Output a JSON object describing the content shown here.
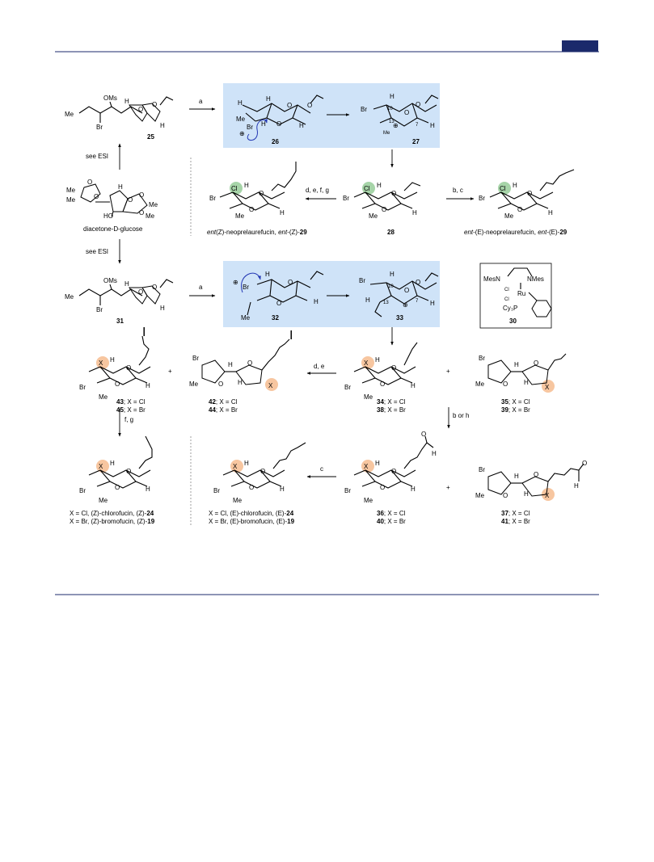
{
  "colors": {
    "rule": "#1b2a6b",
    "tab": "#1b2a6b",
    "highlight_box": "#cfe3f8",
    "chloro_circle": "#a6d4a8",
    "halogen_circle": "#f7c6a0",
    "curly_arrow": "#2438b4"
  },
  "atoms": {
    "oms": "OMs",
    "br": "Br",
    "me": "Me",
    "h": "H",
    "o": "O",
    "cl": "Cl",
    "x": "X",
    "ho": "HO",
    "mes_n_left": "MesN",
    "n_mes_right": "NMes",
    "ru": "Ru",
    "cy3p": "Cy₃P",
    "c10": "10",
    "c13": "13",
    "c7": "7",
    "plus_charge": "⊕",
    "x_equals": "; X ="
  },
  "compounds": {
    "c25": "25",
    "c26": "26",
    "c27": "27",
    "c28": "28",
    "c29": "29",
    "c30": "30",
    "c31": "31",
    "c32": "32",
    "c33": "33",
    "c34": "34",
    "c35": "35",
    "c36": "36",
    "c37": "37",
    "c38": "38",
    "c39": "39",
    "c40": "40",
    "c41": "41",
    "c42": "42",
    "c43": "43",
    "c44": "44",
    "c45": "45",
    "c24": "24",
    "c19": "19",
    "start": "diacetone-D-glucose"
  },
  "name_parts": {
    "ent": "ent",
    "z_paren": "(Z)",
    "e_paren": "(E)",
    "neoprelaurefucin": "-neoprelaurefucin, ",
    "chlorofucin": "-chlorofucin, ",
    "bromofucin": "-bromofucin, ",
    "x_cl_prefix": "X = Cl, ",
    "x_br_prefix": "X = Br, ",
    "x_eq_cl": "X = Cl",
    "x_eq_br": "X = Br"
  },
  "reagents": {
    "a": "a",
    "see_esi": "see ESI",
    "defg": "d, e, f, g",
    "bc": "b, c",
    "de": "d, e",
    "fg": "f, g",
    "b_or_h": "b or h",
    "c": "c",
    "plus": "+"
  }
}
